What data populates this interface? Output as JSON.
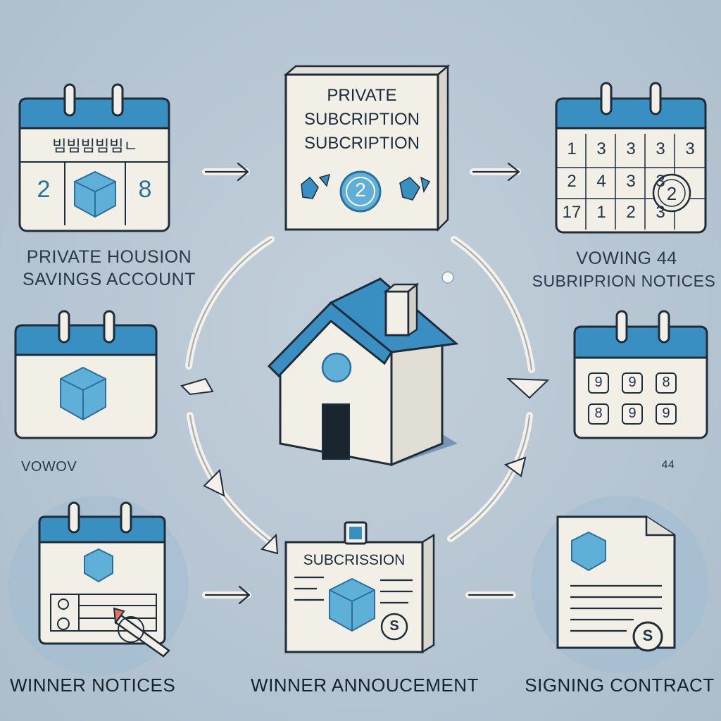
{
  "colors": {
    "background": "#b8c7d4",
    "accent": "#3a8fc2",
    "accent_dark": "#2c6f9c",
    "paper": "#f1efe6",
    "outline": "#1f2d3a",
    "cube": "#5fb0d8"
  },
  "diagram": {
    "top_left_card": {
      "label_line1": "PRIVATE HOUSION",
      "label_line2": "SAVINGS ACCOUNT",
      "header_text": "빔빔빔빔빔ㄴ",
      "left_number": "2",
      "right_number": "8",
      "icon": "cube-icon"
    },
    "top_center_card": {
      "title_line1": "PRIVATE",
      "title_line2": "SUBCRIPTION",
      "title_line3": "SUBCRIPTION",
      "badge_number": "2",
      "icon": "number-badge-icon"
    },
    "top_right_card": {
      "label_line1": "VOWING 44",
      "label_line2": "SUBRIPRION NOTICES",
      "grid_numbers": [
        "1",
        "3",
        "3",
        "3",
        "3",
        "2",
        "4",
        "3",
        "3",
        "",
        "17",
        "1",
        "2",
        "3",
        ""
      ],
      "badge_number": "2"
    },
    "middle_left_card": {
      "label": "VOWOV",
      "icon": "cube-icon"
    },
    "middle_right_card": {
      "label": "44",
      "grid_symbols": [
        "9",
        "9",
        "8",
        "8",
        "9",
        "9"
      ]
    },
    "center_house": {
      "icon": "house-icon"
    },
    "bottom_left_card": {
      "label": "WINNER NOTICES",
      "icon": "pen-icon"
    },
    "bottom_center_card": {
      "label": "WINNER ANNOUCEMENT",
      "title": "SUBCRISSION",
      "seal_symbol": "S"
    },
    "bottom_right_card": {
      "label": "SIGNING CONTRACT",
      "seal_symbol": "S"
    }
  }
}
